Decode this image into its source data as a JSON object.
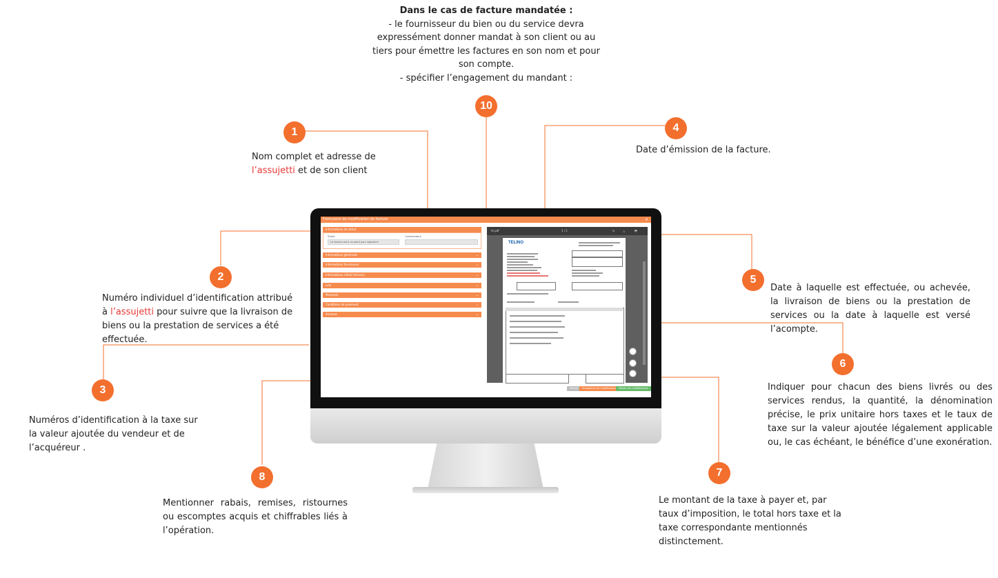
{
  "top_note": {
    "title": "Dans le cas de facture mandatée :",
    "line1": "- le fournisseur du bien ou du service devra",
    "line2": "expressément donner mandat à son client ou au",
    "line3": "tiers pour émettre les factures en son nom et pour",
    "line4": "son compte.",
    "line5": "- spécifier l’engagement du mandant :"
  },
  "badges": [
    "1",
    "2",
    "3",
    "4",
    "5",
    "6",
    "7",
    "8",
    "10"
  ],
  "notes": {
    "n1_line1": "Nom complet et adresse de",
    "n1_hl": "l’assujetti",
    "n1_rest": " et de son client",
    "n2_line1": "Numéro individuel d’identification attribué",
    "n2_pre": "à ",
    "n2_hl": "l’assujetti",
    "n2_rest": " pour suivre que la livraison de",
    "n2_line3": "biens ou la prestation de services a été",
    "n2_line4": "effectuée.",
    "n3": "Numéros d’identification à la taxe sur la valeur ajoutée du vendeur et de l’acquéreur .",
    "n4": "Date d’émission de la facture.",
    "n5": "Date à laquelle est effectuée, ou achevée, la livraison de biens ou la prestation de services ou la date à laquelle est versé l’acompte.",
    "n6": "Indiquer pour chacun des biens livrés ou des services rendus, la quantité, la dénomination précise, le prix unitaire hors taxes et le taux de taxe sur la valeur ajoutée légalement applicable ou, le cas échéant, le bénéfice d’une exonération.",
    "n7": "Le montant de la taxe à payer et, par taux d’imposition, le total hors taxe et la taxe correspondante mentionnés distinctement.",
    "n8": "Mentionner rabais, remises, ristournes ou escomptes acquis et chiffrables liés à l’opération."
  },
  "screen": {
    "modal_title": "Formulaire de modification de facture",
    "close": "×",
    "sections": [
      "Informations de statut",
      "Informations générales",
      "Informations fournisseur",
      "Informations client/ tierce(s)",
      "Lots",
      "Montants",
      "Conditions de paiement",
      "Annexes"
    ],
    "statut_label": "Statut",
    "commentaire_label": "Commentaire",
    "statut_value": "La facture est à un point pour signature",
    "pdf_filename": "fe.pdf",
    "pdf_pages": "1 / 1",
    "pdf_icons": [
      "↻",
      "⤓",
      "🖶"
    ],
    "logo": "TELINO",
    "btn_cancel": "Fermer",
    "btn_save": "Enregistrer les modifications",
    "btn_validate": "Valider les modifications"
  },
  "colors": {
    "accent": "#f36f2e",
    "highlight": "#e53935"
  }
}
